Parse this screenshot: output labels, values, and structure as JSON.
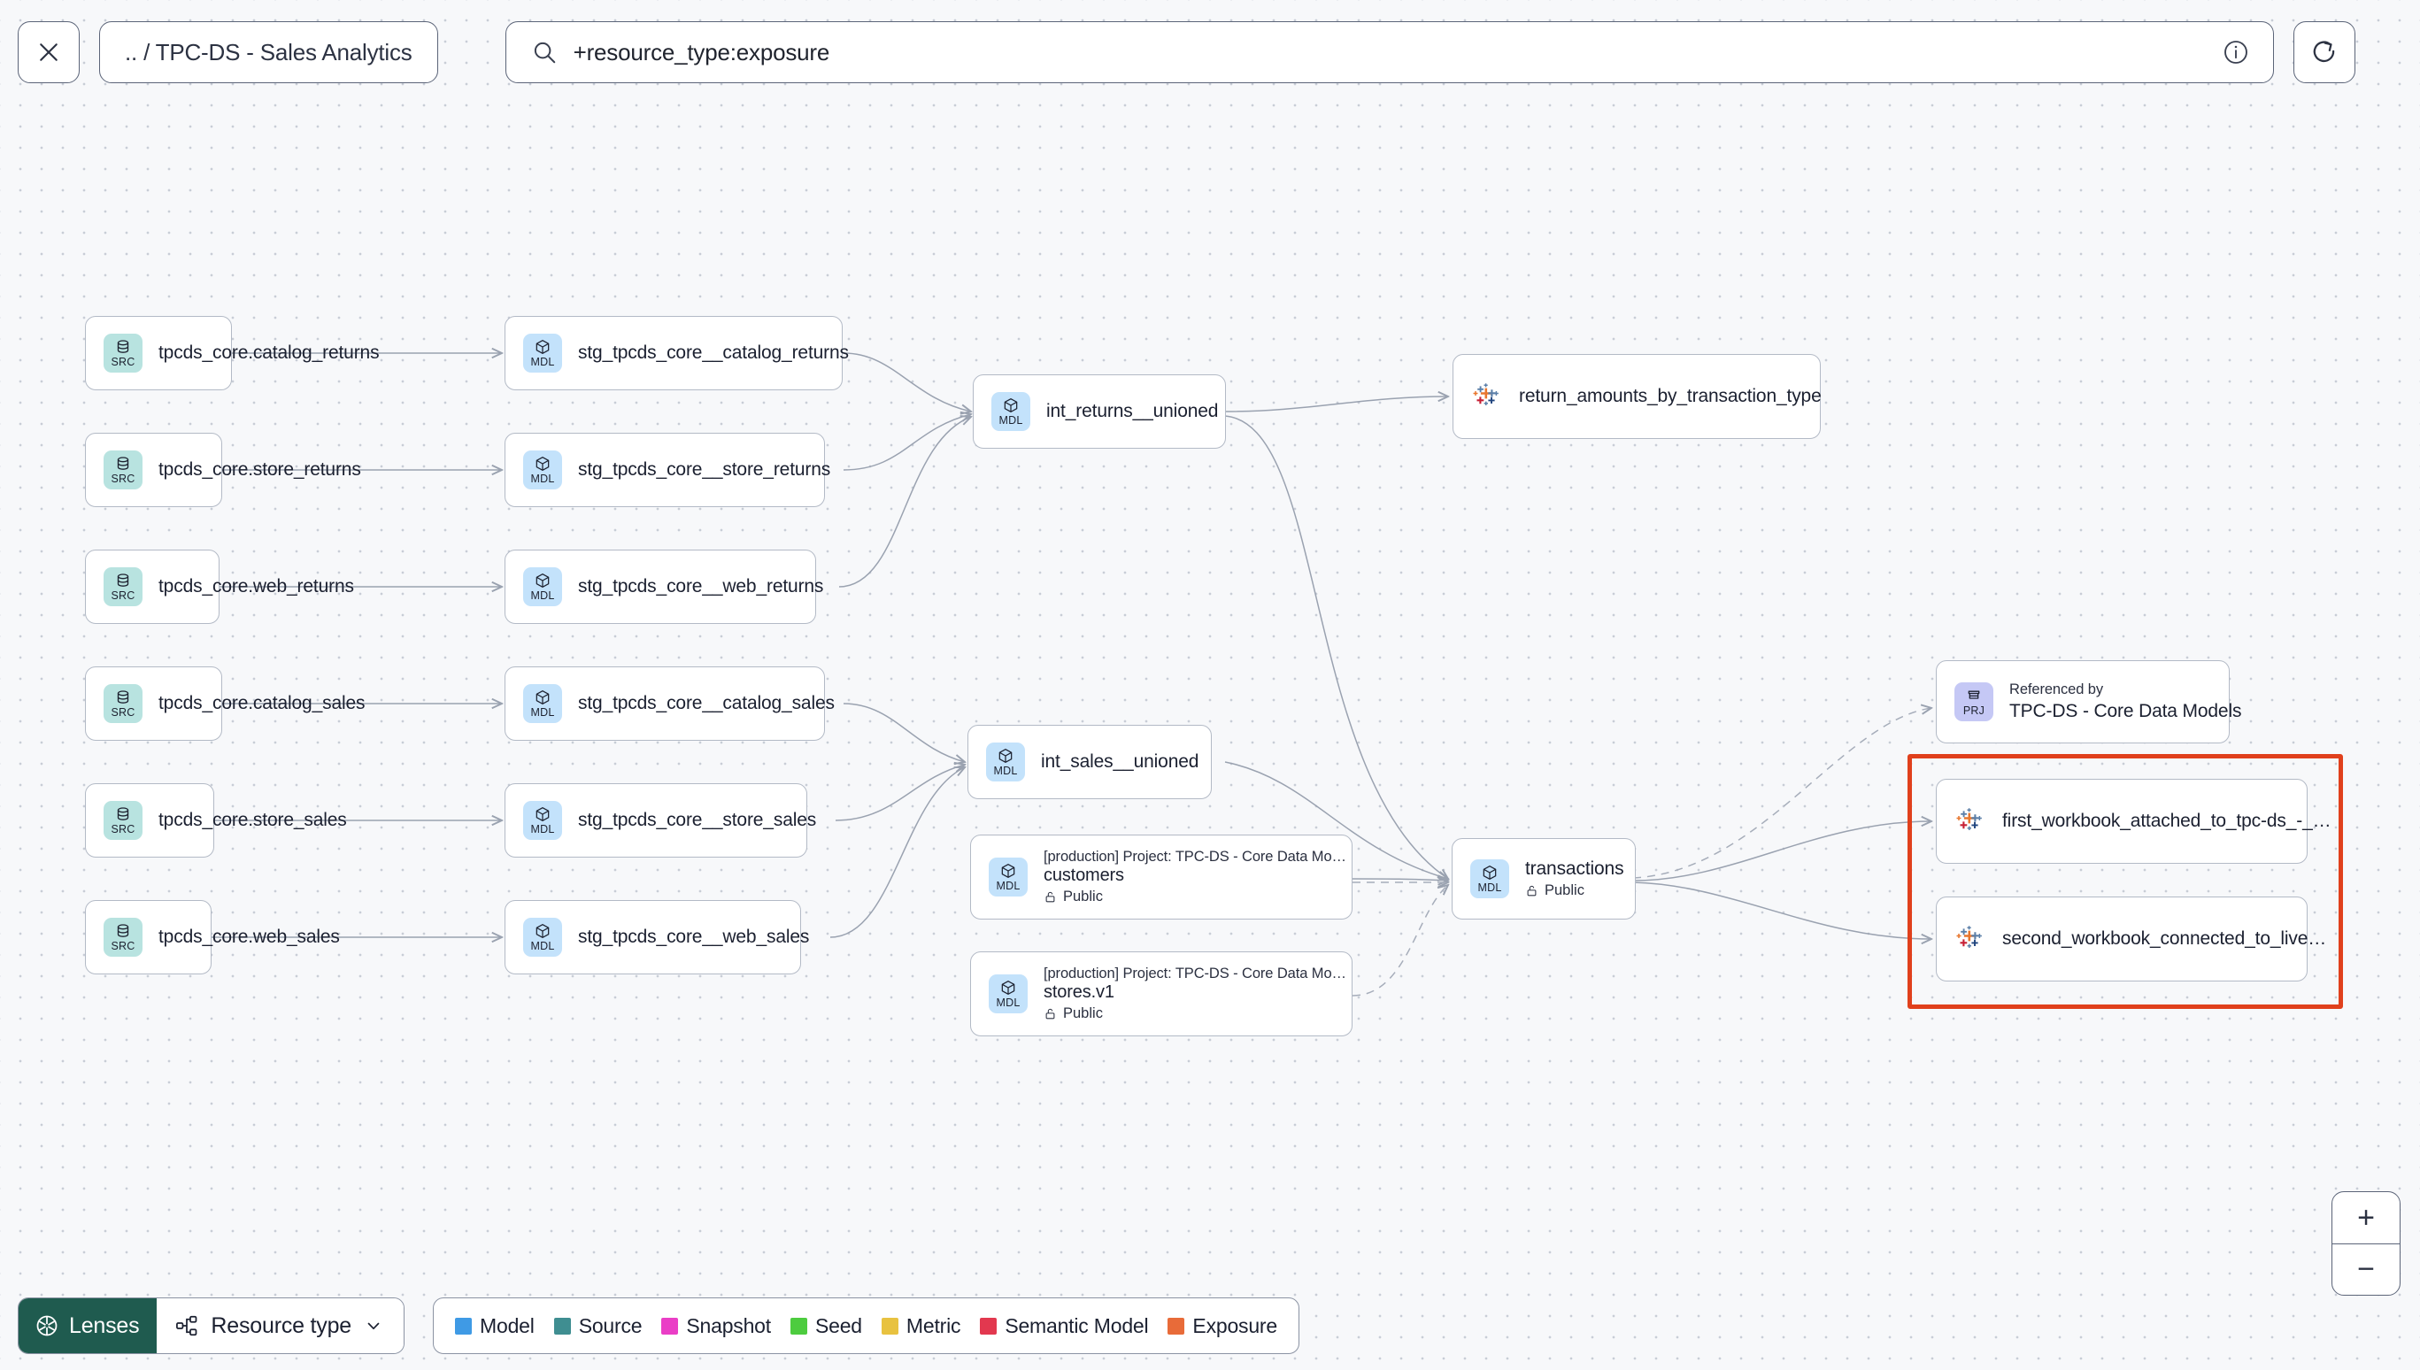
{
  "topbar": {
    "close_icon": "close-icon",
    "breadcrumb": ".. / TPC-DS - Sales Analytics",
    "search": {
      "icon": "search-icon",
      "value": "+resource_type:exposure",
      "info_icon": "info-icon"
    },
    "refresh_icon": "refresh-icon"
  },
  "nodes": {
    "sources": [
      {
        "badge": "SRC",
        "title": "tpcds_core.catalog_returns"
      },
      {
        "badge": "SRC",
        "title": "tpcds_core.store_returns"
      },
      {
        "badge": "SRC",
        "title": "tpcds_core.web_returns"
      },
      {
        "badge": "SRC",
        "title": "tpcds_core.catalog_sales"
      },
      {
        "badge": "SRC",
        "title": "tpcds_core.store_sales"
      },
      {
        "badge": "SRC",
        "title": "tpcds_core.web_sales"
      }
    ],
    "staging": [
      {
        "badge": "MDL",
        "title": "stg_tpcds_core__catalog_returns"
      },
      {
        "badge": "MDL",
        "title": "stg_tpcds_core__store_returns"
      },
      {
        "badge": "MDL",
        "title": "stg_tpcds_core__web_returns"
      },
      {
        "badge": "MDL",
        "title": "stg_tpcds_core__catalog_sales"
      },
      {
        "badge": "MDL",
        "title": "stg_tpcds_core__store_sales"
      },
      {
        "badge": "MDL",
        "title": "stg_tpcds_core__web_sales"
      }
    ],
    "intermediate": [
      {
        "badge": "MDL",
        "title": "int_returns__unioned"
      },
      {
        "badge": "MDL",
        "title": "int_sales__unioned"
      }
    ],
    "projects": [
      {
        "badge": "MDL",
        "project": "[production] Project: TPC-DS - Core Data Mo…",
        "title": "customers",
        "access": "Public"
      },
      {
        "badge": "MDL",
        "project": "[production] Project: TPC-DS - Core Data Mo…",
        "title": "stores.v1",
        "access": "Public"
      }
    ],
    "transactions": {
      "badge": "MDL",
      "title": "transactions",
      "access": "Public"
    },
    "referenced_by": {
      "badge": "PRJ",
      "label": "Referenced by",
      "title": "TPC-DS - Core Data Models"
    },
    "exposures": [
      {
        "icon": "tableau-icon",
        "title": "return_amounts_by_transaction_type"
      },
      {
        "icon": "tableau-icon",
        "title": "first_workbook_attached_to_tpc-ds_-_…"
      },
      {
        "icon": "tableau-icon",
        "title": "second_workbook_connected_to_live…"
      }
    ]
  },
  "highlight": {
    "color": "#e0401c"
  },
  "bottombar": {
    "lenses_label": "Lenses",
    "lenses_icon": "aperture-icon",
    "resource_type_label": "Resource type",
    "resource_type_icon": "hierarchy-icon",
    "chevron_icon": "chevron-down-icon",
    "legend": [
      {
        "label": "Model",
        "color": "#3f9ae5"
      },
      {
        "label": "Source",
        "color": "#3f8e91"
      },
      {
        "label": "Snapshot",
        "color": "#ea3ec6"
      },
      {
        "label": "Seed",
        "color": "#4dcc3f"
      },
      {
        "label": "Metric",
        "color": "#e8c240"
      },
      {
        "label": "Semantic Model",
        "color": "#e2384f"
      },
      {
        "label": "Exposure",
        "color": "#e86b39"
      }
    ]
  },
  "zoom_controls": {
    "zoom_in": "+",
    "zoom_out": "−"
  }
}
